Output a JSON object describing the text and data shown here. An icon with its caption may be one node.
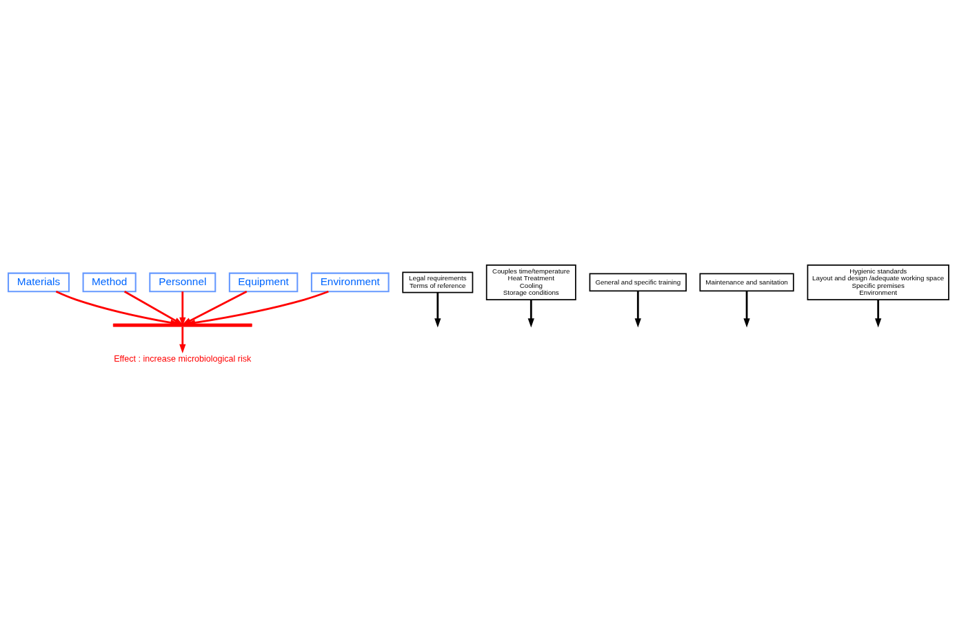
{
  "diagram": {
    "nodes": [
      {
        "text": [
          "Materials"
        ]
      },
      {
        "text": [
          "Legal requirements",
          "Terms of reference"
        ]
      },
      {
        "text": [
          "Couples time/temperature",
          "Heat Treatment",
          "Cooling",
          "Storage conditions"
        ]
      },
      {
        "text": [
          "Method"
        ]
      },
      {
        "text": [
          "General and specific training"
        ]
      },
      {
        "text": [
          "Personnel"
        ]
      },
      {
        "text": [
          "Maintenance and sanitation"
        ]
      },
      {
        "text": [
          "Hygienic standards",
          "Layout and design /adequate working space",
          "Specific premises",
          "Environment"
        ]
      },
      {
        "text": [
          "Equipment"
        ]
      },
      {
        "text": [
          "Environment"
        ]
      },
      {
        "text": [],
        "shape": "bar"
      },
      {
        "text": [
          "Effect : increase microbiological risk"
        ]
      }
    ],
    "edges": [
      {
        "from": 0,
        "to": 10,
        "arrow": "to"
      },
      {
        "from": 3,
        "to": 10,
        "arrow": "to"
      },
      {
        "from": 5,
        "to": 10,
        "arrow": "to"
      },
      {
        "from": 8,
        "to": 10,
        "arrow": "to"
      },
      {
        "from": 9,
        "to": 10,
        "arrow": "to"
      },
      {
        "from": 10,
        "to": 11,
        "arrow": "to"
      },
      {
        "from": 1,
        "to": null,
        "arrow": "to",
        "color": "#000000"
      },
      {
        "from": 2,
        "to": null,
        "arrow": "to",
        "color": "#000000"
      },
      {
        "from": 4,
        "to": null,
        "arrow": "to",
        "color": "#000000"
      },
      {
        "from": 6,
        "to": null,
        "arrow": "to",
        "color": "#000000"
      },
      {
        "from": 7,
        "to": null,
        "arrow": "to",
        "color": "#000000"
      }
    ]
  }
}
